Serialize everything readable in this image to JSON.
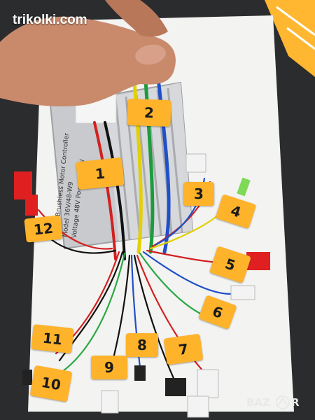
{
  "watermark": "trikolki.com",
  "logo": {
    "left": "BAZ",
    "right": "R"
  },
  "controller_label": {
    "lines": [
      "FEIYU Brushless Motor Controller",
      "Model 36V/48-W9",
      "Voltage 48V  Power 500W"
    ]
  },
  "tags": [
    "1",
    "2",
    "3",
    "4",
    "5",
    "6",
    "7",
    "8",
    "9",
    "10",
    "11",
    "12"
  ],
  "colors": {
    "tag": "#ffb32b",
    "paper": "#f4f4f2",
    "controller": "#c9cbcf",
    "background": "#2b2c2e"
  }
}
